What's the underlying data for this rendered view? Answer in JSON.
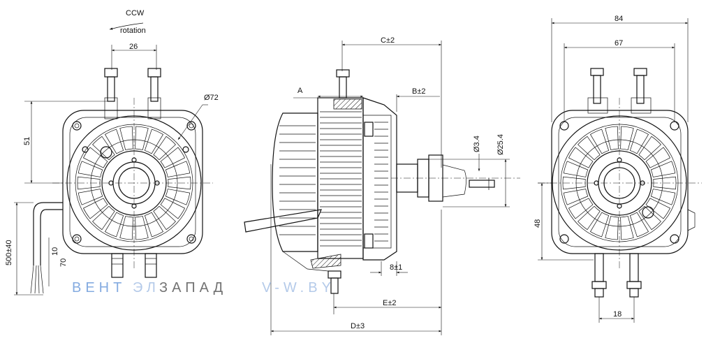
{
  "rotation": {
    "direction": "CCW",
    "label": "rotation"
  },
  "front": {
    "dim_top": "26",
    "dim_diameter": "Ø72",
    "dim_height": "51",
    "dim_cable_length": "500±40",
    "dim_cable_strip_a": "10",
    "dim_cable_strip_b": "70"
  },
  "side": {
    "label_a": "A",
    "dim_c": "C±2",
    "dim_b": "B±2",
    "dim_shaft": "Ø3.4",
    "dim_hub": "Ø25.4",
    "dim_8": "8±1",
    "dim_e": "E±2",
    "dim_d": "D±3"
  },
  "rear": {
    "dim_width": "84",
    "dim_mount": "67",
    "dim_height": "48",
    "dim_terminal": "18"
  },
  "watermark": {
    "brand_a": "ВЕНТ",
    "brand_b": "ЭЛ",
    "brand_c": "ЗАПАД",
    "site": "V-W.BY"
  }
}
